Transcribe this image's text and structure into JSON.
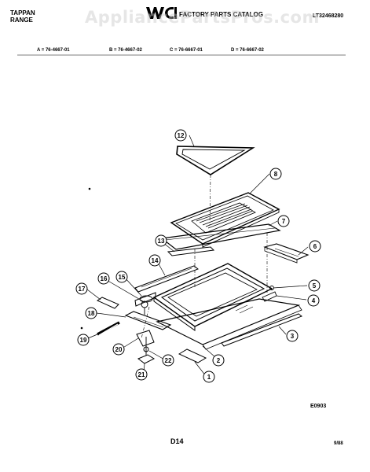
{
  "header": {
    "brand_line1": "TAPPAN",
    "brand_line2": "RANGE",
    "logo_text": "WCI",
    "catalog_title": "FACTORY PARTS CATALOG",
    "catalog_code": "LT32468280"
  },
  "watermark": "AppliancePartsPros.com",
  "models": [
    "A = 76-4667-01",
    "B = 76-4667-02",
    "C = 76-6667-01",
    "D = 76-6667-02"
  ],
  "callouts": [
    "1",
    "2",
    "3",
    "4",
    "5",
    "6",
    "7",
    "8",
    "12",
    "13",
    "14",
    "15",
    "16",
    "17",
    "18",
    "19",
    "20",
    "21",
    "22"
  ],
  "footer": {
    "figure_code": "E0903",
    "page_code": "D14",
    "date": "9/88"
  },
  "colors": {
    "ink": "#000000",
    "paper": "#ffffff",
    "watermark": "#c8c8c8"
  }
}
